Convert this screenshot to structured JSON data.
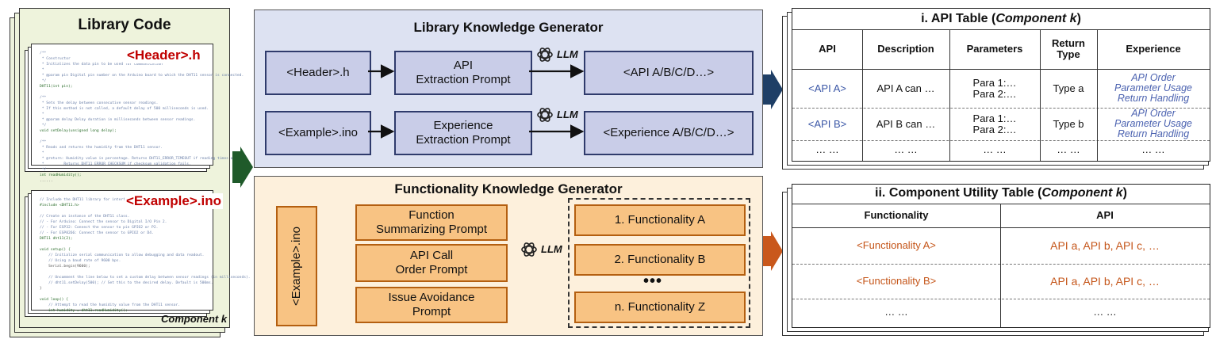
{
  "library": {
    "title": "Library Code",
    "header_file": "<Header>.h",
    "example_file": "<Example>.ino",
    "component_label": "Component k",
    "header_code": [
      "/**",
      " * Constructor",
      " * Initializes the data pin to be used for communication",
      " *",
      " * @param pin Digital pin number on the Arduino board to which the DHT11 sensor is connected.",
      " */",
      "DHT11(int pin);",
      "",
      "/**",
      " * Sets the delay between consecutive sensor readings.",
      " * If this method is not called, a default delay of 500 milliseconds is used.",
      " *",
      " * @param delay Delay duration in milliseconds between sensor readings.",
      " */",
      "void setDelay(unsigned long delay);",
      "",
      "/**",
      " * Reads and returns the humidity from the DHT11 sensor.",
      " *",
      " * @return: Humidity value in percentage. Returns DHT11_ERROR_TIMEOUT if reading times out.",
      " *         Returns DHT11_ERROR_CHECKSUM if checksum validation fails.",
      " */",
      "int readHumidity();",
      "......"
    ],
    "example_code": [
      "// Include the DHT11 library for interfacing w",
      "#include <DHT11.h>",
      "",
      "// Create an instance of the DHT11 class.",
      "// - For Arduino: Connect the sensor to Digital I/O Pin 2.",
      "// - For ESP32: Connect the sensor to pin GPIO2 or P2.",
      "// - For ESP8266: Connect the sensor to GPIO2 or D4.",
      "DHT11 dht11(2);",
      "",
      "void setup() {",
      "    // Initialize serial communication to allow debugging and data readout.",
      "    // Using a baud rate of 9600 bps.",
      "    Serial.begin(9600);",
      "",
      "    // Uncomment the line below to set a custom delay between sensor readings (in milliseconds).",
      "    // dht11.setDelay(500); // Set this to the desired delay. Default is 500ms.",
      "}",
      "",
      "void loop() {",
      "    // Attempt to read the humidity value from the DHT11 sensor.",
      "    int humidity = dht11.readHumidity();",
      "......"
    ]
  },
  "library_generator": {
    "title": "Library Knowledge Generator",
    "input_header": "<Header>.h",
    "api_prompt": [
      "API",
      "Extraction Prompt"
    ],
    "api_output": "<API A/B/C/D…>",
    "input_example": "<Example>.ino",
    "exp_prompt": [
      "Experience",
      "Extraction Prompt"
    ],
    "exp_output": "<Experience A/B/C/D…>",
    "llm": "LLM"
  },
  "functionality_generator": {
    "title": "Functionality Knowledge Generator",
    "input": "<Example>.ino",
    "prompts": [
      [
        "Function",
        "Summarizing Prompt"
      ],
      [
        "API Call",
        "Order Prompt"
      ],
      [
        "Issue Avoidance",
        "Prompt"
      ]
    ],
    "llm": "LLM",
    "outputs": [
      "1. Functionality A",
      "2. Functionality B",
      "n. Functionality Z"
    ],
    "ellipsis": "•••"
  },
  "api_table": {
    "title_prefix": "i. API Table (",
    "title_em": "Component k",
    "title_suffix": ")",
    "headers": [
      "API",
      "Description",
      "Parameters",
      "Return Type",
      "Experience"
    ],
    "rows": [
      {
        "api": "<API A>",
        "desc": "API A can …",
        "params": [
          "Para 1:…",
          "Para 2:…"
        ],
        "ret": "Type a",
        "exp": [
          "API Order",
          "Parameter Usage",
          "Return Handling"
        ]
      },
      {
        "api": "<API B>",
        "desc": "API B can …",
        "params": [
          "Para 1:…",
          "Para 2:…"
        ],
        "ret": "Type b",
        "exp": [
          "API Order",
          "Parameter Usage",
          "Return Handling"
        ]
      }
    ],
    "ellipsis": "… …"
  },
  "utility_table": {
    "title_prefix": "ii. Component Utility Table (",
    "title_em": "Component k",
    "title_suffix": ")",
    "headers": [
      "Functionality",
      "API"
    ],
    "rows": [
      {
        "func": "<Functionality A>",
        "api": "API a, API b, API c, …"
      },
      {
        "func": "<Functionality B>",
        "api": "API a, API b, API c, …"
      }
    ],
    "ellipsis": "… …"
  },
  "colors": {
    "library_bg": "#eef3dc",
    "lib_gen_bg": "#dde2f2",
    "func_gen_bg": "#fdf0dc",
    "blue_box": "#c9cde8",
    "orange_box": "#f8c383",
    "arrow_green": "#1f5a2a",
    "arrow_navy": "#1f3f66",
    "arrow_orange": "#c9581c",
    "file_red": "#c00000"
  }
}
